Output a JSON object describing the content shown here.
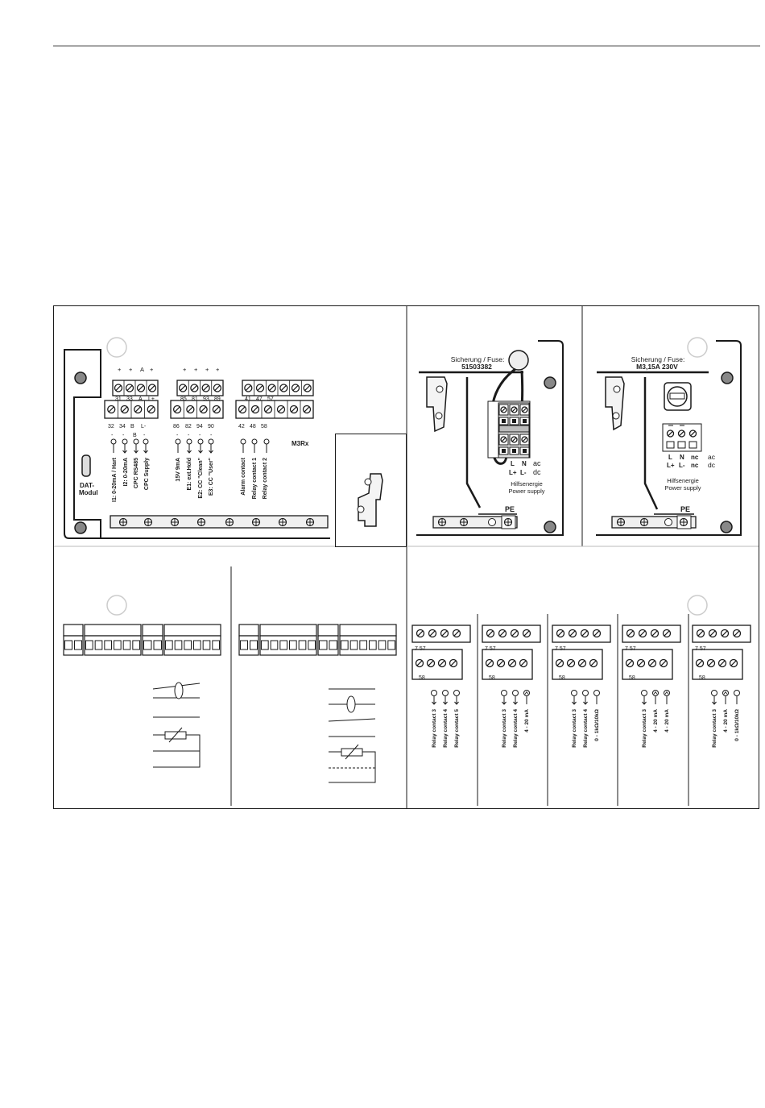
{
  "colors": {
    "stroke": "#1a1a1a",
    "panel_fill": "#ffffff",
    "rail_fill": "#f0f0f0",
    "page_bg": "#ffffff"
  },
  "panel_a": {
    "upper_row1_top": [
      "+",
      "+",
      "A",
      "+"
    ],
    "upper_row1_nums": [
      "31",
      "33",
      "A",
      "L+"
    ],
    "lower_row1_nums": [
      "32",
      "34",
      "B",
      "L-"
    ],
    "lower_row1_under": [
      "-",
      "-",
      "B",
      "-"
    ],
    "upper_row2_top": [
      "+",
      "+",
      "+",
      "+"
    ],
    "upper_row2_nums": [
      "85",
      "81",
      "93",
      "89"
    ],
    "lower_row2_nums": [
      "86",
      "82",
      "94",
      "90"
    ],
    "lower_row2_under": [
      "-",
      "-",
      "-",
      "-"
    ],
    "upper_row3_nums": [
      "41",
      "47",
      "57"
    ],
    "lower_row3_nums": [
      "42",
      "48",
      "58"
    ],
    "module_name": "M3Rx",
    "dat_label": [
      "DAT-",
      "Modul"
    ],
    "signal_labels_1": [
      "I1: 0-20mA / Hart",
      "I2: 0-20mA",
      "CPC RS485",
      "CPC Supply"
    ],
    "signal_labels_2": [
      "15V  9mA",
      "E1: ext.Hold",
      "E2: CC \"Clean\"",
      "E3: CC \"User\""
    ],
    "signal_labels_3": [
      "Alarm contact",
      "Relay contact 1",
      "Relay contact 2"
    ]
  },
  "panel_b": {
    "fuse_label": "Sicherung / Fuse:",
    "fuse_value": "51503382",
    "terminal_labels": [
      "L",
      "N",
      "ac",
      "L+",
      "L-",
      "dc"
    ],
    "supply_label": [
      "Hilfsenergie",
      "Power supply"
    ],
    "pe_label": "PE"
  },
  "panel_c": {
    "fuse_label": "Sicherung / Fuse:",
    "fuse_value": "M3,15A 230V",
    "terminal_labels": [
      "L",
      "N",
      "nc",
      "ac",
      "L+",
      "L-",
      "nc",
      "dc"
    ],
    "supply_label": [
      "Hilfsenergie",
      "Power supply"
    ],
    "pe_label": "PE"
  },
  "modules": [
    {
      "labels": [
        "Relay contact 3",
        "Relay contact 4",
        "Relay contact 5"
      ],
      "icons": [
        "relay-icon",
        "relay-icon",
        "relay-icon"
      ]
    },
    {
      "labels": [
        "Relay contact 3",
        "Relay contact 4",
        "4 - 20 mA"
      ],
      "icons": [
        "relay-icon",
        "relay-icon",
        "current-output-icon"
      ]
    },
    {
      "labels": [
        "Relay contact 3",
        "Relay contact 4",
        "0 - 1kΩ/10kΩ"
      ],
      "icons": [
        "relay-icon",
        "relay-icon",
        "resistance-input-icon"
      ]
    },
    {
      "labels": [
        "Relay contact 3",
        "4 - 20 mA",
        "4 - 20 mA"
      ],
      "icons": [
        "relay-icon",
        "current-output-icon",
        "current-output-icon"
      ]
    },
    {
      "labels": [
        "Relay contact 3",
        "4 - 20 mA",
        "0 - 1kΩ/10kΩ"
      ],
      "icons": [
        "relay-icon",
        "current-output-icon",
        "resistance-input-icon"
      ]
    }
  ],
  "module_terminal_nums": {
    "upper": "7  57",
    "lower": "58"
  }
}
